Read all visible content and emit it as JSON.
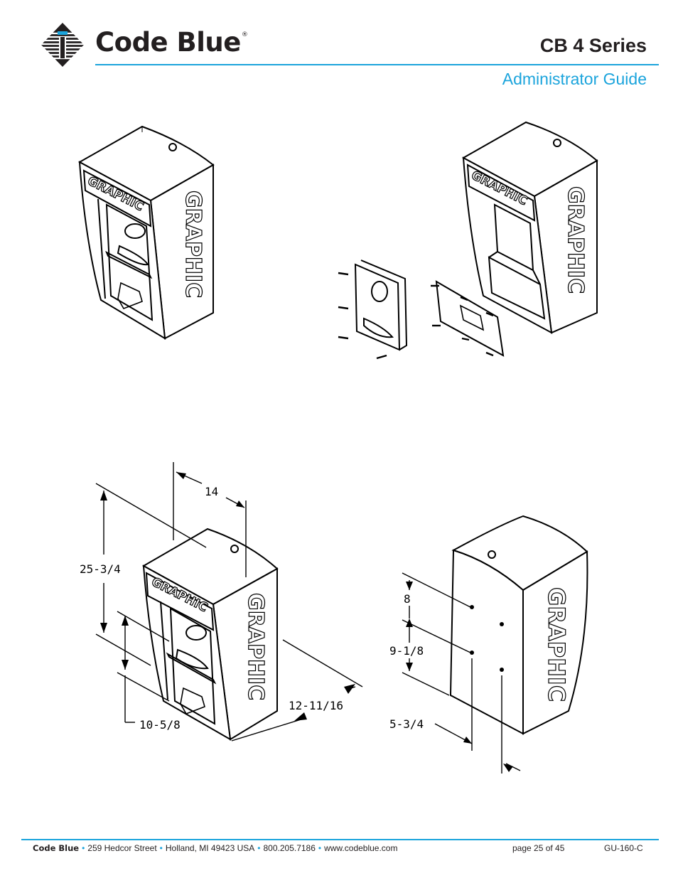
{
  "header": {
    "brand": "Code Blue",
    "registered": "®",
    "series_title": "CB 4 Series",
    "subtitle": "Administrator Guide"
  },
  "figures": {
    "panel_label": "GRAPHIC",
    "side_label": "GRAPHIC",
    "dimensions": {
      "width": "14",
      "height": "25-3/4",
      "depth": "12-11/16",
      "panel_height": "10-5/8",
      "hole_top": "8",
      "hole_spacing": "9-1/8",
      "hole_horizontal": "5-3/4"
    }
  },
  "footer": {
    "brand": "Code Blue",
    "address": "259 Hedcor Street",
    "city": "Holland, MI 49423 USA",
    "phone": "800.205.7186",
    "web": "www.codeblue.com",
    "page_label": "page 25 of  45",
    "doc_id": "GU-160-C"
  },
  "colors": {
    "accent": "#1ba4dc",
    "text": "#231f20"
  },
  "icons": {
    "logo": "code-blue-logo-icon"
  }
}
